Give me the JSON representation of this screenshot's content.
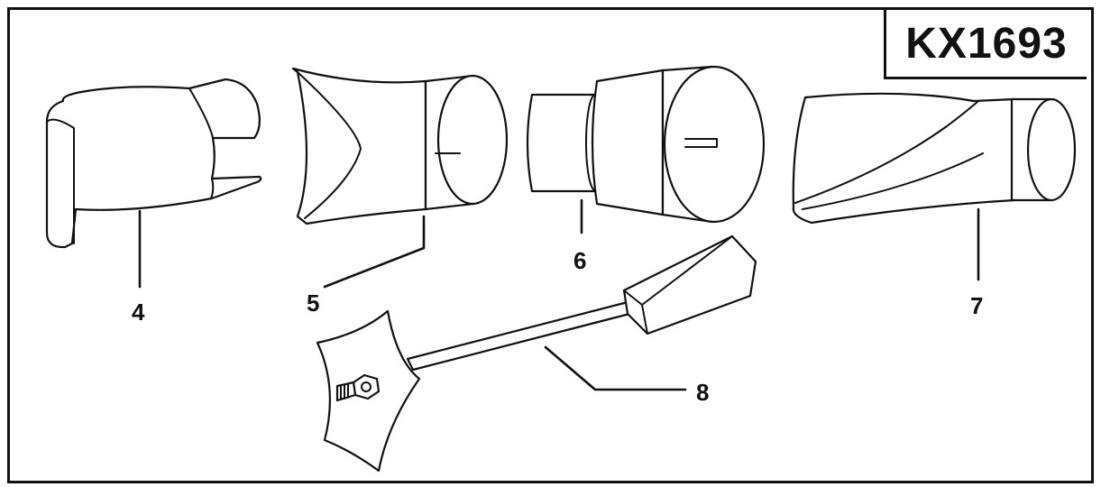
{
  "model_code": "KX1693",
  "parts": [
    {
      "id": "4",
      "label": "4",
      "icon": "wide-slot-nozzle-icon"
    },
    {
      "id": "5",
      "label": "5",
      "icon": "flat-spreader-nozzle-icon"
    },
    {
      "id": "6",
      "label": "6",
      "icon": "reducer-adapter-icon"
    },
    {
      "id": "7",
      "label": "7",
      "icon": "slot-nozzle-icon"
    },
    {
      "id": "8",
      "label": "8",
      "icon": "scraper-tool-icon"
    }
  ],
  "colors": {
    "line": "#111111",
    "background": "#ffffff"
  }
}
